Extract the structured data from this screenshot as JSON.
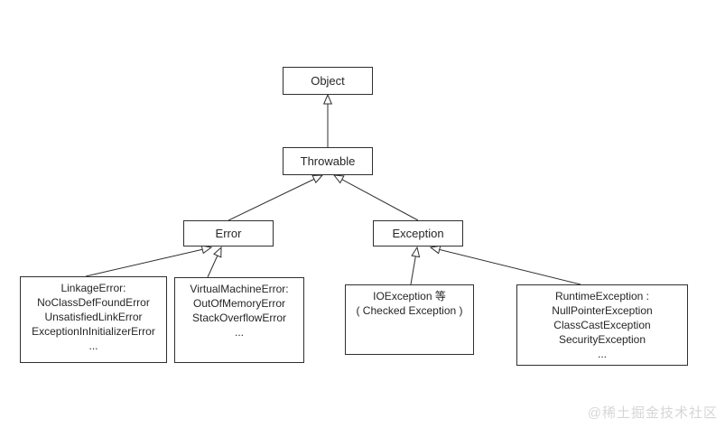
{
  "diagram": {
    "nodes": {
      "object": {
        "label": "Object"
      },
      "throwable": {
        "label": "Throwable"
      },
      "error": {
        "label": "Error"
      },
      "exception": {
        "label": "Exception"
      },
      "linkage_error_group": {
        "lines": [
          "LinkageError:",
          "NoClassDefFoundError",
          "UnsatisfiedLinkError",
          "ExceptionInInitializerError",
          "..."
        ]
      },
      "virtual_machine_error_group": {
        "lines": [
          "VirtualMachineError:",
          "OutOfMemoryError",
          "StackOverflowError",
          "..."
        ]
      },
      "io_exception_group": {
        "lines": [
          "IOException 等",
          "( Checked Exception )"
        ]
      },
      "runtime_exception_group": {
        "lines": [
          "RuntimeException :",
          "NullPointerException",
          "ClassCastException",
          "SecurityException",
          "..."
        ]
      }
    },
    "edges": [
      {
        "from": "Throwable",
        "to": "Object"
      },
      {
        "from": "Error",
        "to": "Throwable"
      },
      {
        "from": "Exception",
        "to": "Throwable"
      },
      {
        "from": "LinkageError group",
        "to": "Error"
      },
      {
        "from": "VirtualMachineError group",
        "to": "Error"
      },
      {
        "from": "IOException group",
        "to": "Exception"
      },
      {
        "from": "RuntimeException group",
        "to": "Exception"
      }
    ],
    "colors": {
      "line": "#2f2f2f",
      "box_border": "#2f2f2f",
      "text": "#262626",
      "background": "#ffffff",
      "watermark": "#d6d6d6"
    }
  },
  "watermark": {
    "text": "@稀土掘金技术社区"
  }
}
